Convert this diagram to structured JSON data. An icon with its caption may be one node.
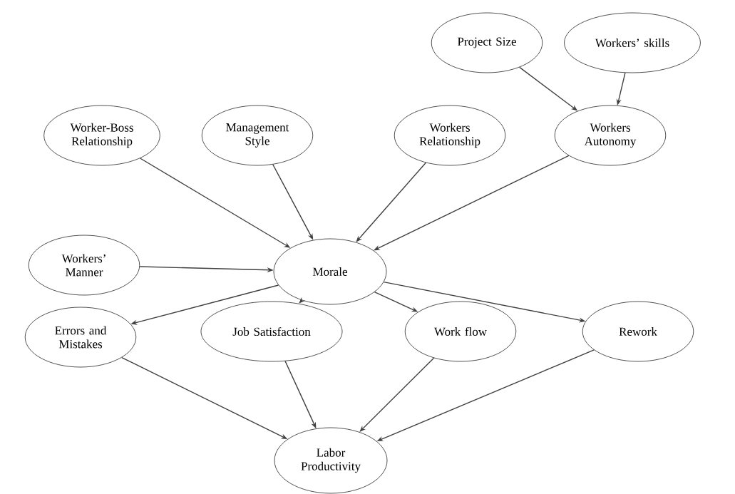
{
  "diagram": {
    "nodes": [
      {
        "text": [
          "Project Size"
        ]
      },
      {
        "text": [
          "Workers’ skills"
        ]
      },
      {
        "text": [
          "Worker-Boss Relationship"
        ]
      },
      {
        "text": [
          "Management Style"
        ]
      },
      {
        "text": [
          "Workers Relationship"
        ]
      },
      {
        "text": [
          "Workers Autonomy"
        ]
      },
      {
        "text": [
          "Workers’ Manner"
        ]
      },
      {
        "text": [
          "Morale"
        ]
      },
      {
        "text": [
          "Errors and Mistakes"
        ]
      },
      {
        "text": [
          "Job Satisfaction"
        ]
      },
      {
        "text": [
          "Work flow"
        ]
      },
      {
        "text": [
          "Rework"
        ]
      },
      {
        "text": [
          "Labor Productivity"
        ]
      }
    ],
    "edges": [
      {
        "from": 0,
        "to": 5,
        "arrow": "to"
      },
      {
        "from": 1,
        "to": 5,
        "arrow": "to"
      },
      {
        "from": 2,
        "to": 7,
        "arrow": "to"
      },
      {
        "from": 3,
        "to": 7,
        "arrow": "to"
      },
      {
        "from": 4,
        "to": 7,
        "arrow": "to"
      },
      {
        "from": 5,
        "to": 7,
        "arrow": "to"
      },
      {
        "from": 6,
        "to": 7,
        "arrow": "to"
      },
      {
        "from": 7,
        "to": 8,
        "arrow": "to"
      },
      {
        "from": 7,
        "to": 9,
        "arrow": "to"
      },
      {
        "from": 7,
        "to": 10,
        "arrow": "to"
      },
      {
        "from": 7,
        "to": 11,
        "arrow": "to"
      },
      {
        "from": 8,
        "to": 12,
        "arrow": "to"
      },
      {
        "from": 9,
        "to": 12,
        "arrow": "to"
      },
      {
        "from": 10,
        "to": 12,
        "arrow": "to"
      },
      {
        "from": 11,
        "to": 12,
        "arrow": "to"
      }
    ]
  }
}
